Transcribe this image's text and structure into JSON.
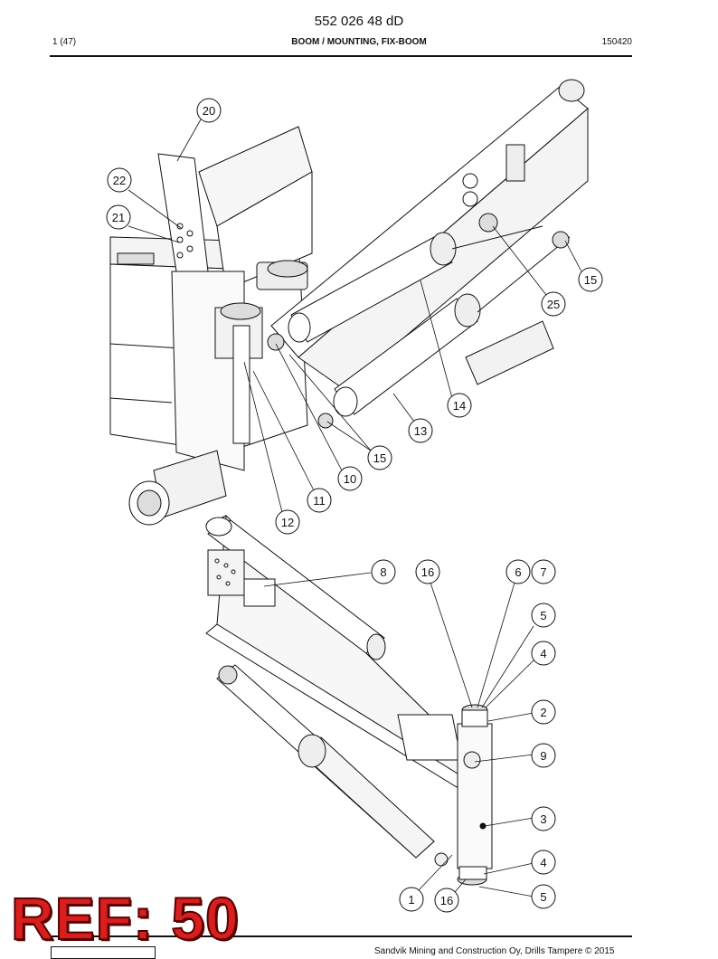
{
  "header": {
    "doc_number": "552 026 48 dD",
    "page": "1 (47)",
    "section_title": "BOOM / MOUNTING, FIX-BOOM",
    "date_code": "150420"
  },
  "callouts_top": [
    "20",
    "22",
    "21",
    "15",
    "25",
    "14",
    "13",
    "15",
    "10",
    "11",
    "12"
  ],
  "callouts_bottom": [
    "8",
    "16",
    "6",
    "7",
    "5",
    "4",
    "2",
    "9",
    "3",
    "4",
    "5",
    "1",
    "16"
  ],
  "footer": {
    "stamp": "REF: 50",
    "copyright": "Sandvik Mining and Construction Oy, Drills Tampere © 2015"
  }
}
